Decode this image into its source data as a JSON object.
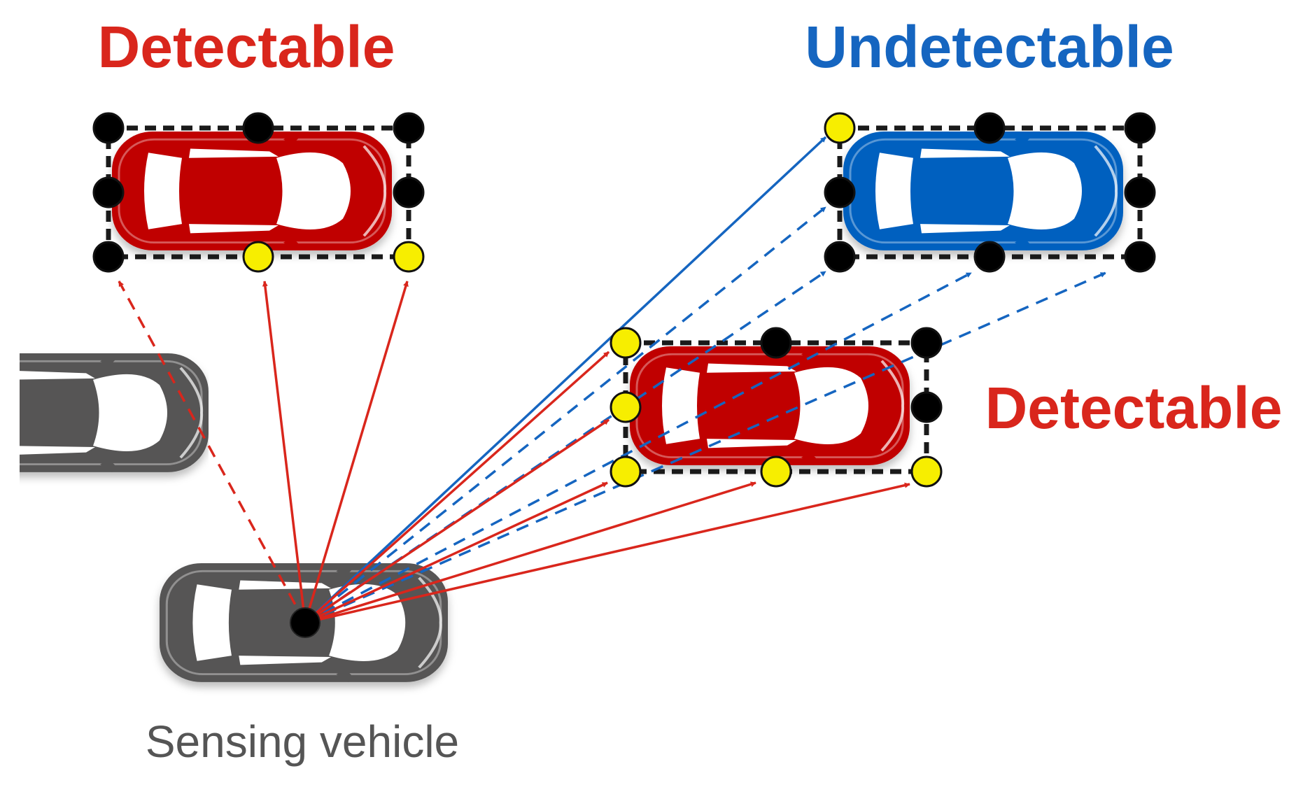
{
  "labels": {
    "top_left": "Detectable",
    "top_right": "Undetectable",
    "middle_right": "Detectable",
    "sensing": "Sensing vehicle"
  },
  "colors": {
    "detectable": "#d9261c",
    "undetectable": "#1565c0",
    "detectable_car": "#c00000",
    "undetectable_car": "#0060bf",
    "sensing_car": "#565555",
    "text_gray": "#555555",
    "visible_corner": "#f7ee00",
    "hidden_corner": "#000000"
  }
}
